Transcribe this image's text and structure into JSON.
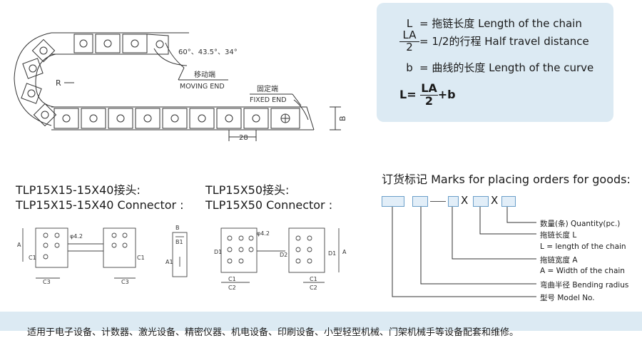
{
  "chain_diagram": {
    "angles": "60°、43.5°、34°",
    "radius_label": "R",
    "moving_end_cn": "移动端",
    "moving_end_en": "MOVING END",
    "fixed_end_cn": "固定端",
    "fixed_end_en": "FIXED END",
    "pitch_label": "28",
    "height_label": "B"
  },
  "formulas": {
    "line1_symbol": "L",
    "line1_text": "= 拖链长度  Length of the chain",
    "line2_num": "LA",
    "line2_den": "2",
    "line2_text": "= 1/2的行程  Half travel distance",
    "line3_symbol": "b",
    "line3_text": "= 曲线的长度  Length of the curve",
    "main_lhs": "L=",
    "main_num": "LA",
    "main_den": "2",
    "main_rhs": "+b"
  },
  "connectors": {
    "left_title_cn": "TLP15X15-15X40接头:",
    "left_title_en": "TLP15X15-15X40 Connector :",
    "right_title_cn": "TLP15X50接头:",
    "right_title_en": "TLP15X50 Connector :",
    "labels": {
      "phi": "φ4.2",
      "phi2": "φ4.2",
      "A": "A",
      "B": "B",
      "B1": "B1",
      "A1": "A1",
      "C1": "C1",
      "C2": "C2",
      "C3": "C3",
      "D1": "D1",
      "D2": "D2"
    }
  },
  "order": {
    "title": "订货标记 Marks for placing orders for goods:",
    "x1": "X",
    "x2": "X",
    "labels": [
      "数量(条) Quantity(pc.)",
      "拖链长度 L",
      "L = length of the chain",
      "拖链宽度 A",
      "A = Width of the chain",
      "弯曲半径 Bending radius",
      "型号 Model No."
    ]
  },
  "footer": {
    "text": "适用于电子设备、计数器、激光设备、精密仪器、机电设备、印刷设备、小型轻型机械、门架机械手等设备配套和维修。"
  }
}
